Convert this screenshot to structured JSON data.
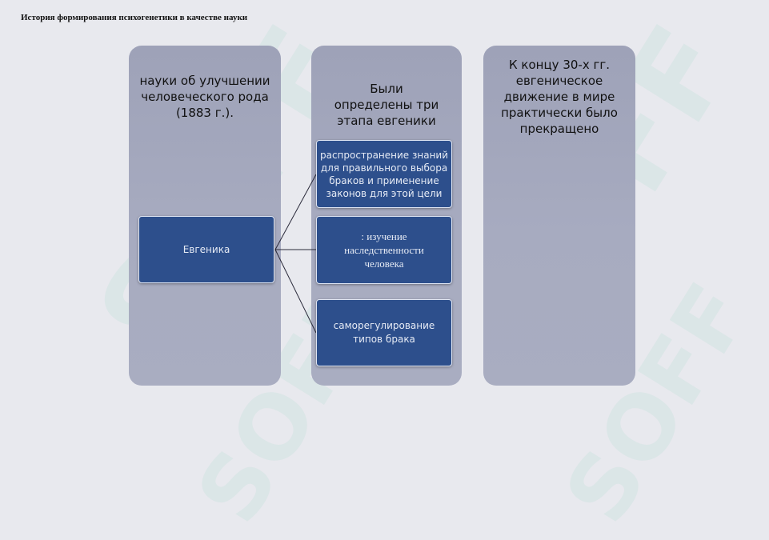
{
  "slide": {
    "title": "История формирования психогенетики в качестве науки"
  },
  "watermark": {
    "text": "SOFF"
  },
  "columns": [
    {
      "heading": "науки об улучшении человеческого рода (1883 г.).",
      "box": "Евгеника"
    },
    {
      "heading": "Были определены три этапа евгеники",
      "stages": [
        "распространение знаний для правильного выбора браков и применение законов для этой цели",
        ": изучение наследственности человека",
        "саморегулирование типов брака"
      ]
    },
    {
      "heading": "К концу 30-х гг. евгеническое движение в мире практически было прекращено"
    }
  ],
  "colors": {
    "background": "#e8e9ee",
    "column_fill": "#a4a8bd",
    "box_fill": "#2d4f8c",
    "box_text": "#e6ebf5",
    "connector": "#2a2a3a"
  }
}
